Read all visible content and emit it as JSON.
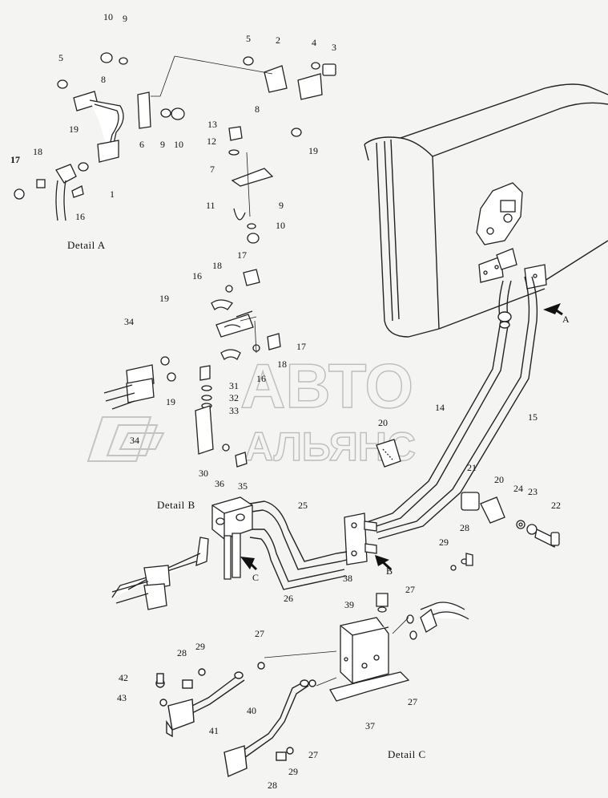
{
  "watermark": {
    "line1": "АВТО",
    "line2": "АЛЬЯНС"
  },
  "details": {
    "a": "Detail A",
    "b": "Detail B",
    "c": "Detail C"
  },
  "arrows": {
    "a": "A",
    "b": "B",
    "c": "C"
  },
  "callouts": {
    "a": [
      "10",
      "9",
      "5",
      "2",
      "4",
      "3",
      "5",
      "8",
      "8",
      "19",
      "6",
      "9",
      "10",
      "13",
      "12",
      "7",
      "19",
      "18",
      "17",
      "16",
      "1",
      "11",
      "9",
      "10",
      "17"
    ],
    "b": [
      "18",
      "16",
      "19",
      "34",
      "17",
      "18",
      "16",
      "31",
      "19",
      "32",
      "33",
      "34",
      "30",
      "36",
      "35"
    ],
    "main": [
      "14",
      "15",
      "20",
      "21",
      "20",
      "24",
      "23",
      "22",
      "25",
      "26",
      "38",
      "39",
      "28",
      "29",
      "27",
      "27",
      "37",
      "27"
    ],
    "c": [
      "27",
      "28",
      "29",
      "42",
      "43",
      "41",
      "40",
      "27",
      "28",
      "29"
    ]
  }
}
